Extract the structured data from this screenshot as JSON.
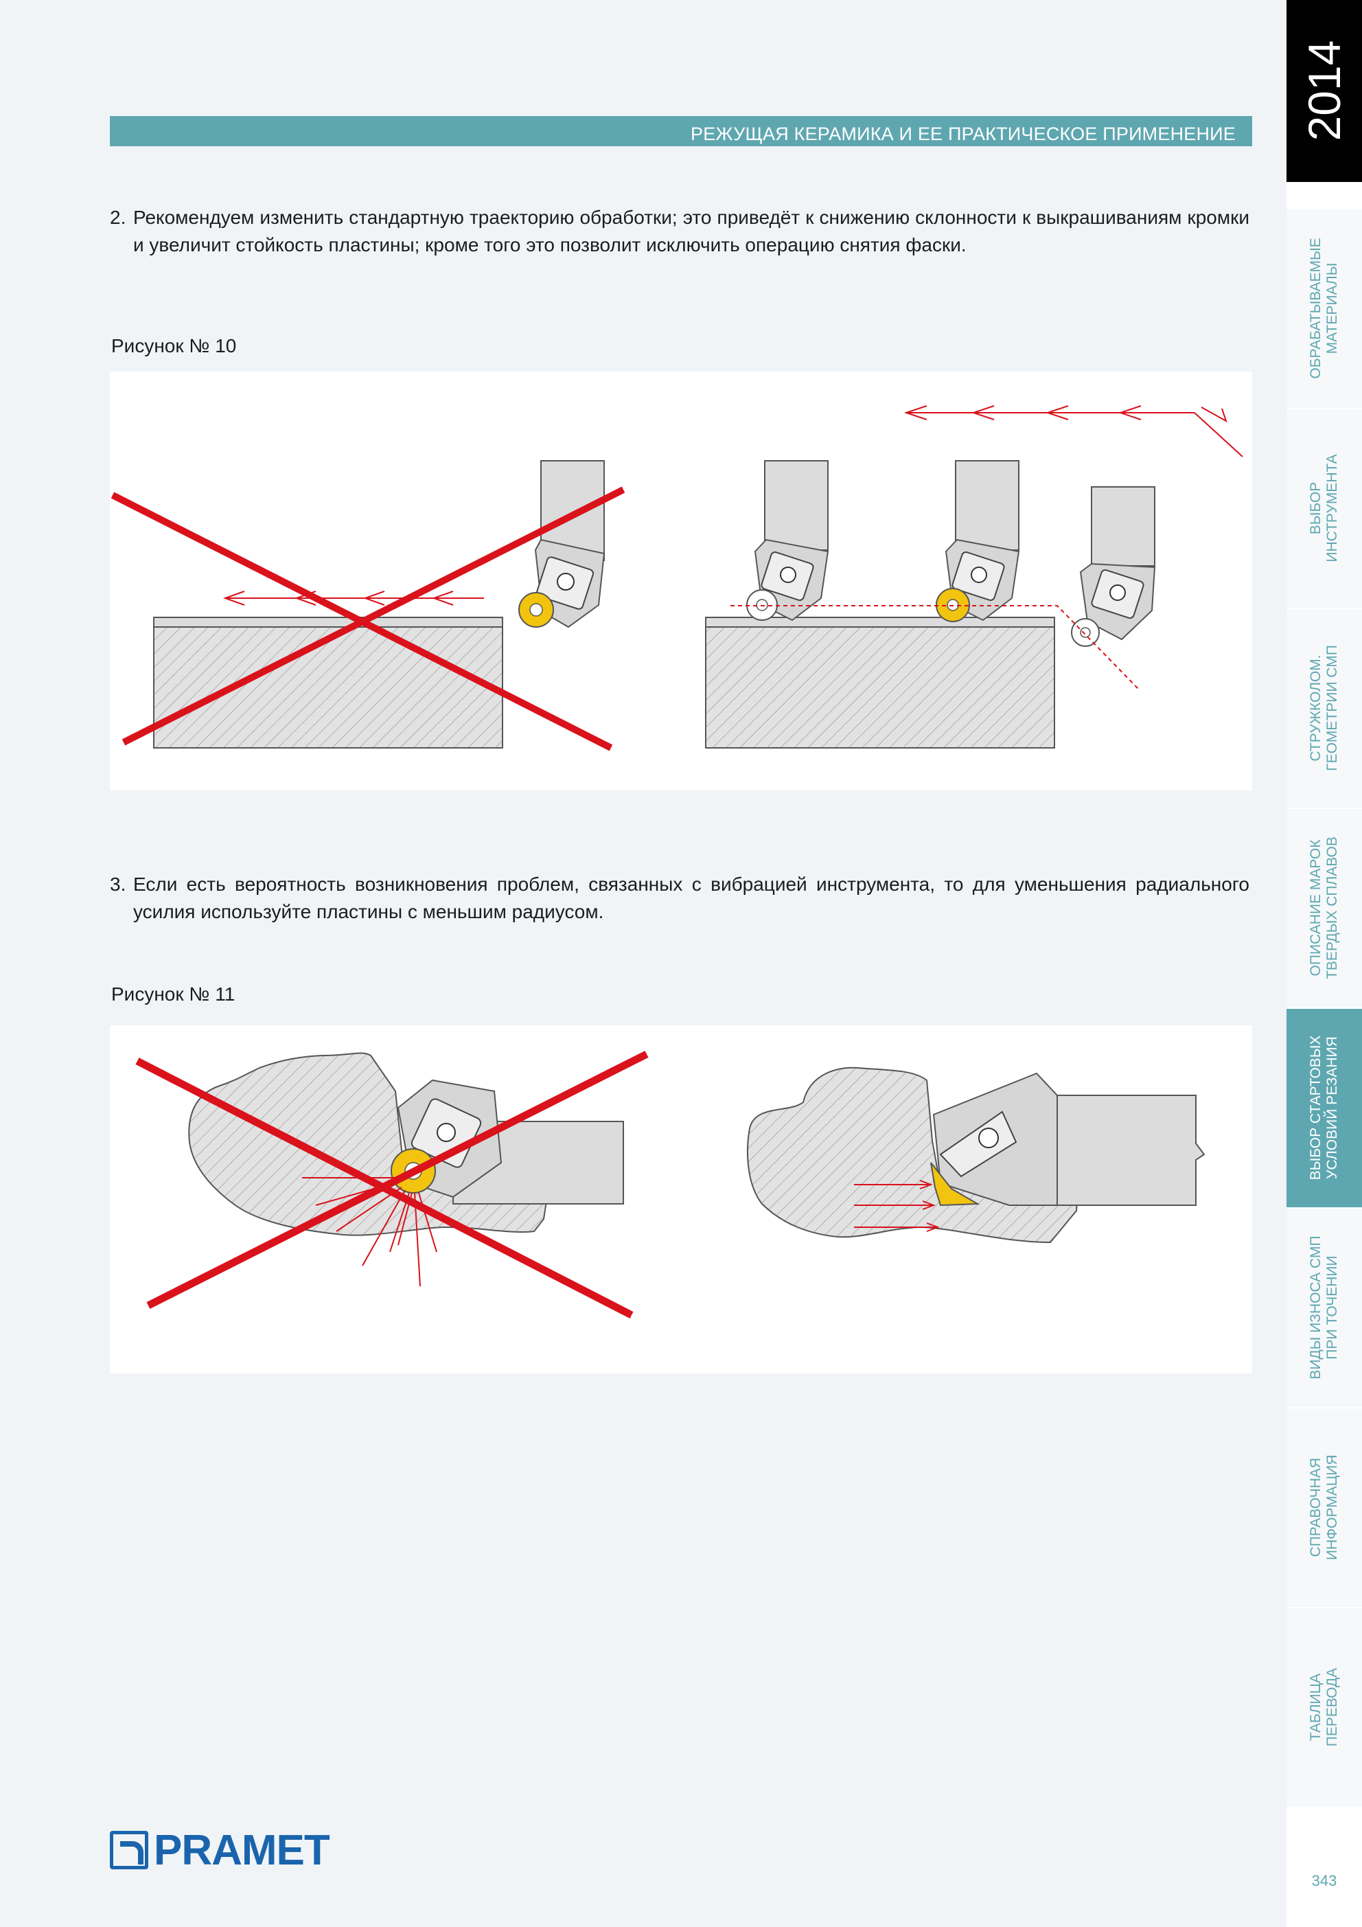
{
  "header": {
    "title": "РЕЖУЩАЯ КЕРАМИКА И ЕЕ ПРАКТИЧЕСКОЕ ПРИМЕНЕНИЕ"
  },
  "paragraphs": [
    {
      "number": "2.",
      "text": "Рекомендуем изменить стандартную траекторию обработки; это приведёт к снижению склонности к выкрашиваниям кромки и увеличит стойкость пластины; кроме того это позволит исключить операцию снятия фаски."
    },
    {
      "number": "3.",
      "text": "Если есть вероятность возникновения проблем, связанных с вибрацией инструмента, то для уменьшения радиального усилия используйте пластины с меньшим радиусом."
    }
  ],
  "figures": [
    {
      "caption": "Рисунок № 10"
    },
    {
      "caption": "Рисунок № 11"
    }
  ],
  "sidebar": {
    "year": "2014",
    "tabs": [
      {
        "line1": "ОБРАБАТЫВАЕМЫЕ",
        "line2": "МАТЕРИАЛЫ",
        "active": false
      },
      {
        "line1": "ВЫБОР",
        "line2": "ИНСТРУМЕНТА",
        "active": false
      },
      {
        "line1": "СТРУЖКОЛОМ.",
        "line2": "ГЕОМЕТРИИ СМП",
        "active": false
      },
      {
        "line1": "ОПИСАНИЕ МАРОК",
        "line2": "ТВЕРДЫХ СПЛАВОВ",
        "active": false
      },
      {
        "line1": "ВЫБОР СТАРТОВЫХ",
        "line2": "УСЛОВИЙ РЕЗАНИЯ",
        "active": true
      },
      {
        "line1": "ВИДЫ ИЗНОСА СМП",
        "line2": "ПРИ ТОЧЕНИИ",
        "active": false
      },
      {
        "line1": "СПРАВОЧНАЯ",
        "line2": "ИНФОРМАЦИЯ",
        "active": false
      },
      {
        "line1": "ТАБЛИЦА",
        "line2": "ПЕРЕВОДА",
        "active": false
      }
    ],
    "page_number": "343"
  },
  "logo": {
    "text": "PRAMET"
  },
  "colors": {
    "accent": "#5fa7b0",
    "cross": "#d9121b",
    "insert": "#f2c40f",
    "logo": "#1a64ad"
  }
}
